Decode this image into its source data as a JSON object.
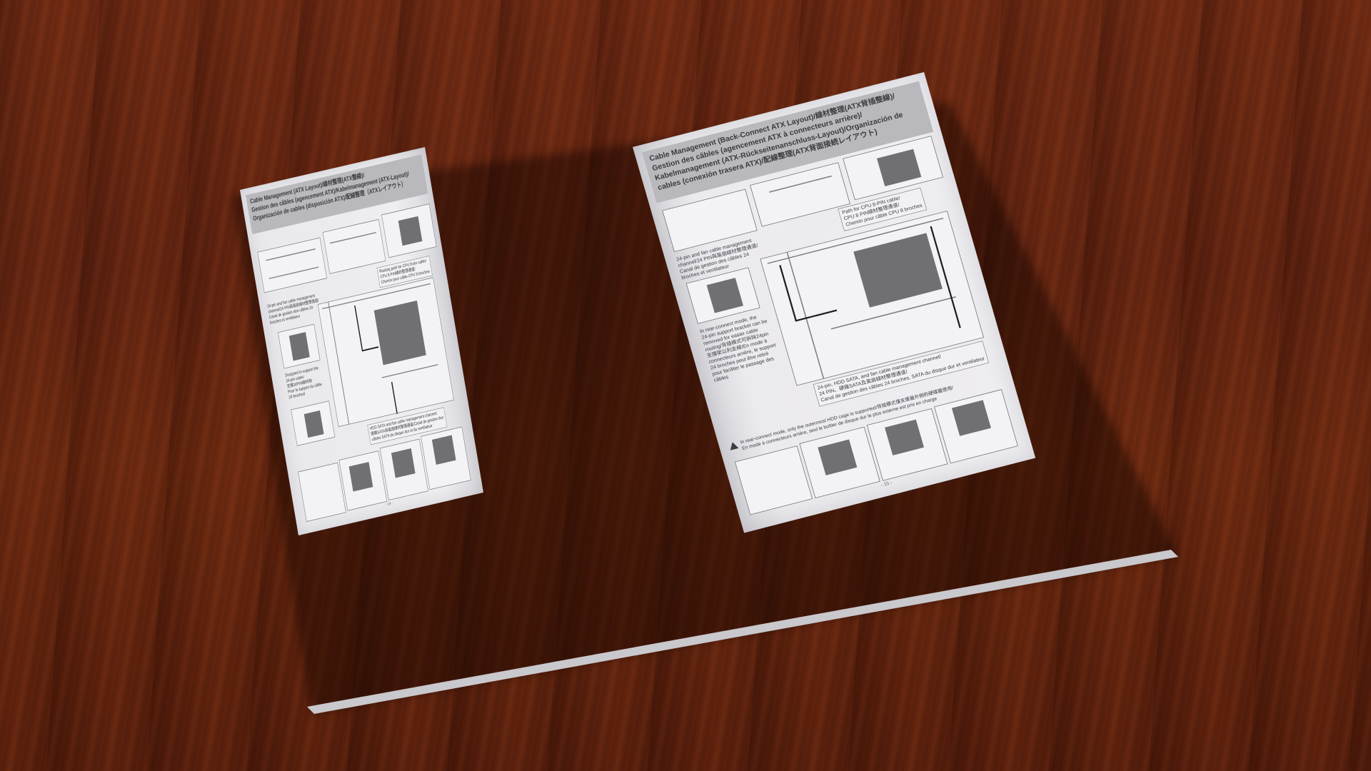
{
  "left_page": {
    "title_lines": [
      "Cable Management (ATX Layout)/線材整理(ATX整線)/",
      "Gestion des câbles (agencement ATX)/Kabelmanagement (ATX-Layout)/",
      "Organización de cables (disposición ATX)/配線整理（ATXレイアウト）"
    ],
    "callout_cpu": [
      "Routing path for CPU 8-pin cable/",
      "CPU 8 PIN線材整理通道/",
      "Chemin pour câble CPU 8 broches"
    ],
    "callout_24pin": [
      "24-pin and fan cable management",
      "channel/24 PIN與風扇線材整理通道/",
      "Canal de gestion des câbles 24",
      "broches et ventilateur"
    ],
    "callout_designed": [
      "Designed to support the",
      "24-pin cable/",
      "支撐24PIN線材用/",
      "Pour le support du câble",
      "24 broches/"
    ],
    "callout_hdd": [
      "HDD SATA and fan cable management channel/",
      "硬碟SATA與風扇線材整理通道/Canal de gestion des",
      "câbles SATA du disque dur et du ventilateur"
    ],
    "page_number": "- 14 -"
  },
  "right_page": {
    "title_lines": [
      "Cable Management (Back-Connect ATX Layout)/線材整理(ATX背插整線)/",
      "Gestion des câbles (agencement ATX à connecteurs arrière)/",
      "Kabelmanagement (ATX-Rückseitenanschluss-Layout)/Organización de",
      "cables (conexión trasera ATX)/配線整理(ATX背面接続レイアウト)"
    ],
    "callout_cpu": [
      "Path for CPU 8-PIN cable/",
      "CPU 8 PIN線材整理通道/",
      "Chemin pour câble CPU 8 broches"
    ],
    "callout_24pin": [
      "24-pin and fan cable management",
      "channel/24 PIN與風扇線材整理通道/",
      "Canal de gestion des câbles 24",
      "broches et ventilateur"
    ],
    "callout_rear": [
      "In rear-connect mode, the",
      "24-pin support bracket can be",
      "removed for easier cable",
      "routing/背插模式可拆除24pin",
      "支撐架以利走線/En mode à",
      "connecteurs arrière, le support",
      "24 broches peut être retiré",
      "pour faciliter le passage des",
      "câbles"
    ],
    "callout_hdd": [
      "24-pin, HDD SATA, and fan cable management channel/",
      "24 PIN、硬碟SATA及風扇線材整理通道/",
      "Canal de gestion des câbles 24 broches, SATA du disque dur et ventilateur"
    ],
    "warning_lines": [
      "In rear-connect mode, only the outermost HDD cage is supported/背插模式僅支援最外側的硬碟籠使用/",
      "En mode à connecteurs arrière, seul le boîtier de disque dur le plus externe est pris en charge"
    ],
    "page_number": "- 15 -"
  },
  "colors": {
    "table_wood": "#5e2210",
    "paper": "#ecebee",
    "title_band": "#b9b9bd",
    "diagram_gray": "#6f6f74"
  }
}
